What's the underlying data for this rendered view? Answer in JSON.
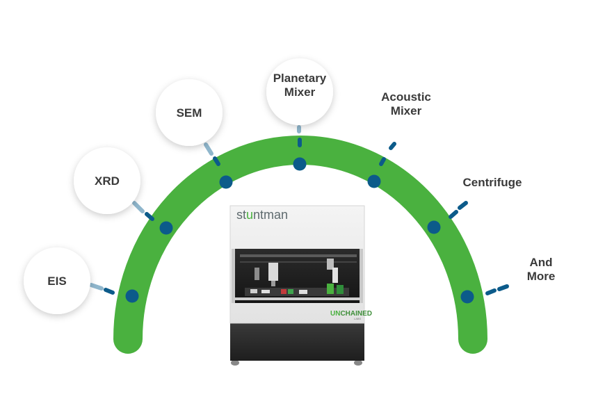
{
  "colors": {
    "arch": "#4ab13f",
    "node": "#0c5b8a",
    "connector": "#0c5b8a",
    "connector_faint": "#8fb6cc",
    "bubble_bg": "#ffffff",
    "label_text": "#3a3a3a"
  },
  "product": {
    "brand_prefix": "st",
    "brand_accent": "u",
    "brand_suffix": "ntman",
    "maker_prefix": "UN",
    "maker_name": "CHAINED",
    "maker_sub": "LABS"
  },
  "instruments": [
    {
      "id": "eis",
      "lines": [
        "EIS"
      ],
      "bubble": true
    },
    {
      "id": "xrd",
      "lines": [
        "XRD"
      ],
      "bubble": true
    },
    {
      "id": "sem",
      "lines": [
        "SEM"
      ],
      "bubble": true
    },
    {
      "id": "planetary-mixer",
      "lines": [
        "Planetary",
        "Mixer"
      ],
      "bubble": true
    },
    {
      "id": "acoustic-mixer",
      "lines": [
        "Acoustic",
        "Mixer"
      ],
      "bubble": false
    },
    {
      "id": "centrifuge",
      "lines": [
        "Centrifuge"
      ],
      "bubble": false
    },
    {
      "id": "and-more",
      "lines": [
        "And",
        "More"
      ],
      "bubble": false
    }
  ]
}
